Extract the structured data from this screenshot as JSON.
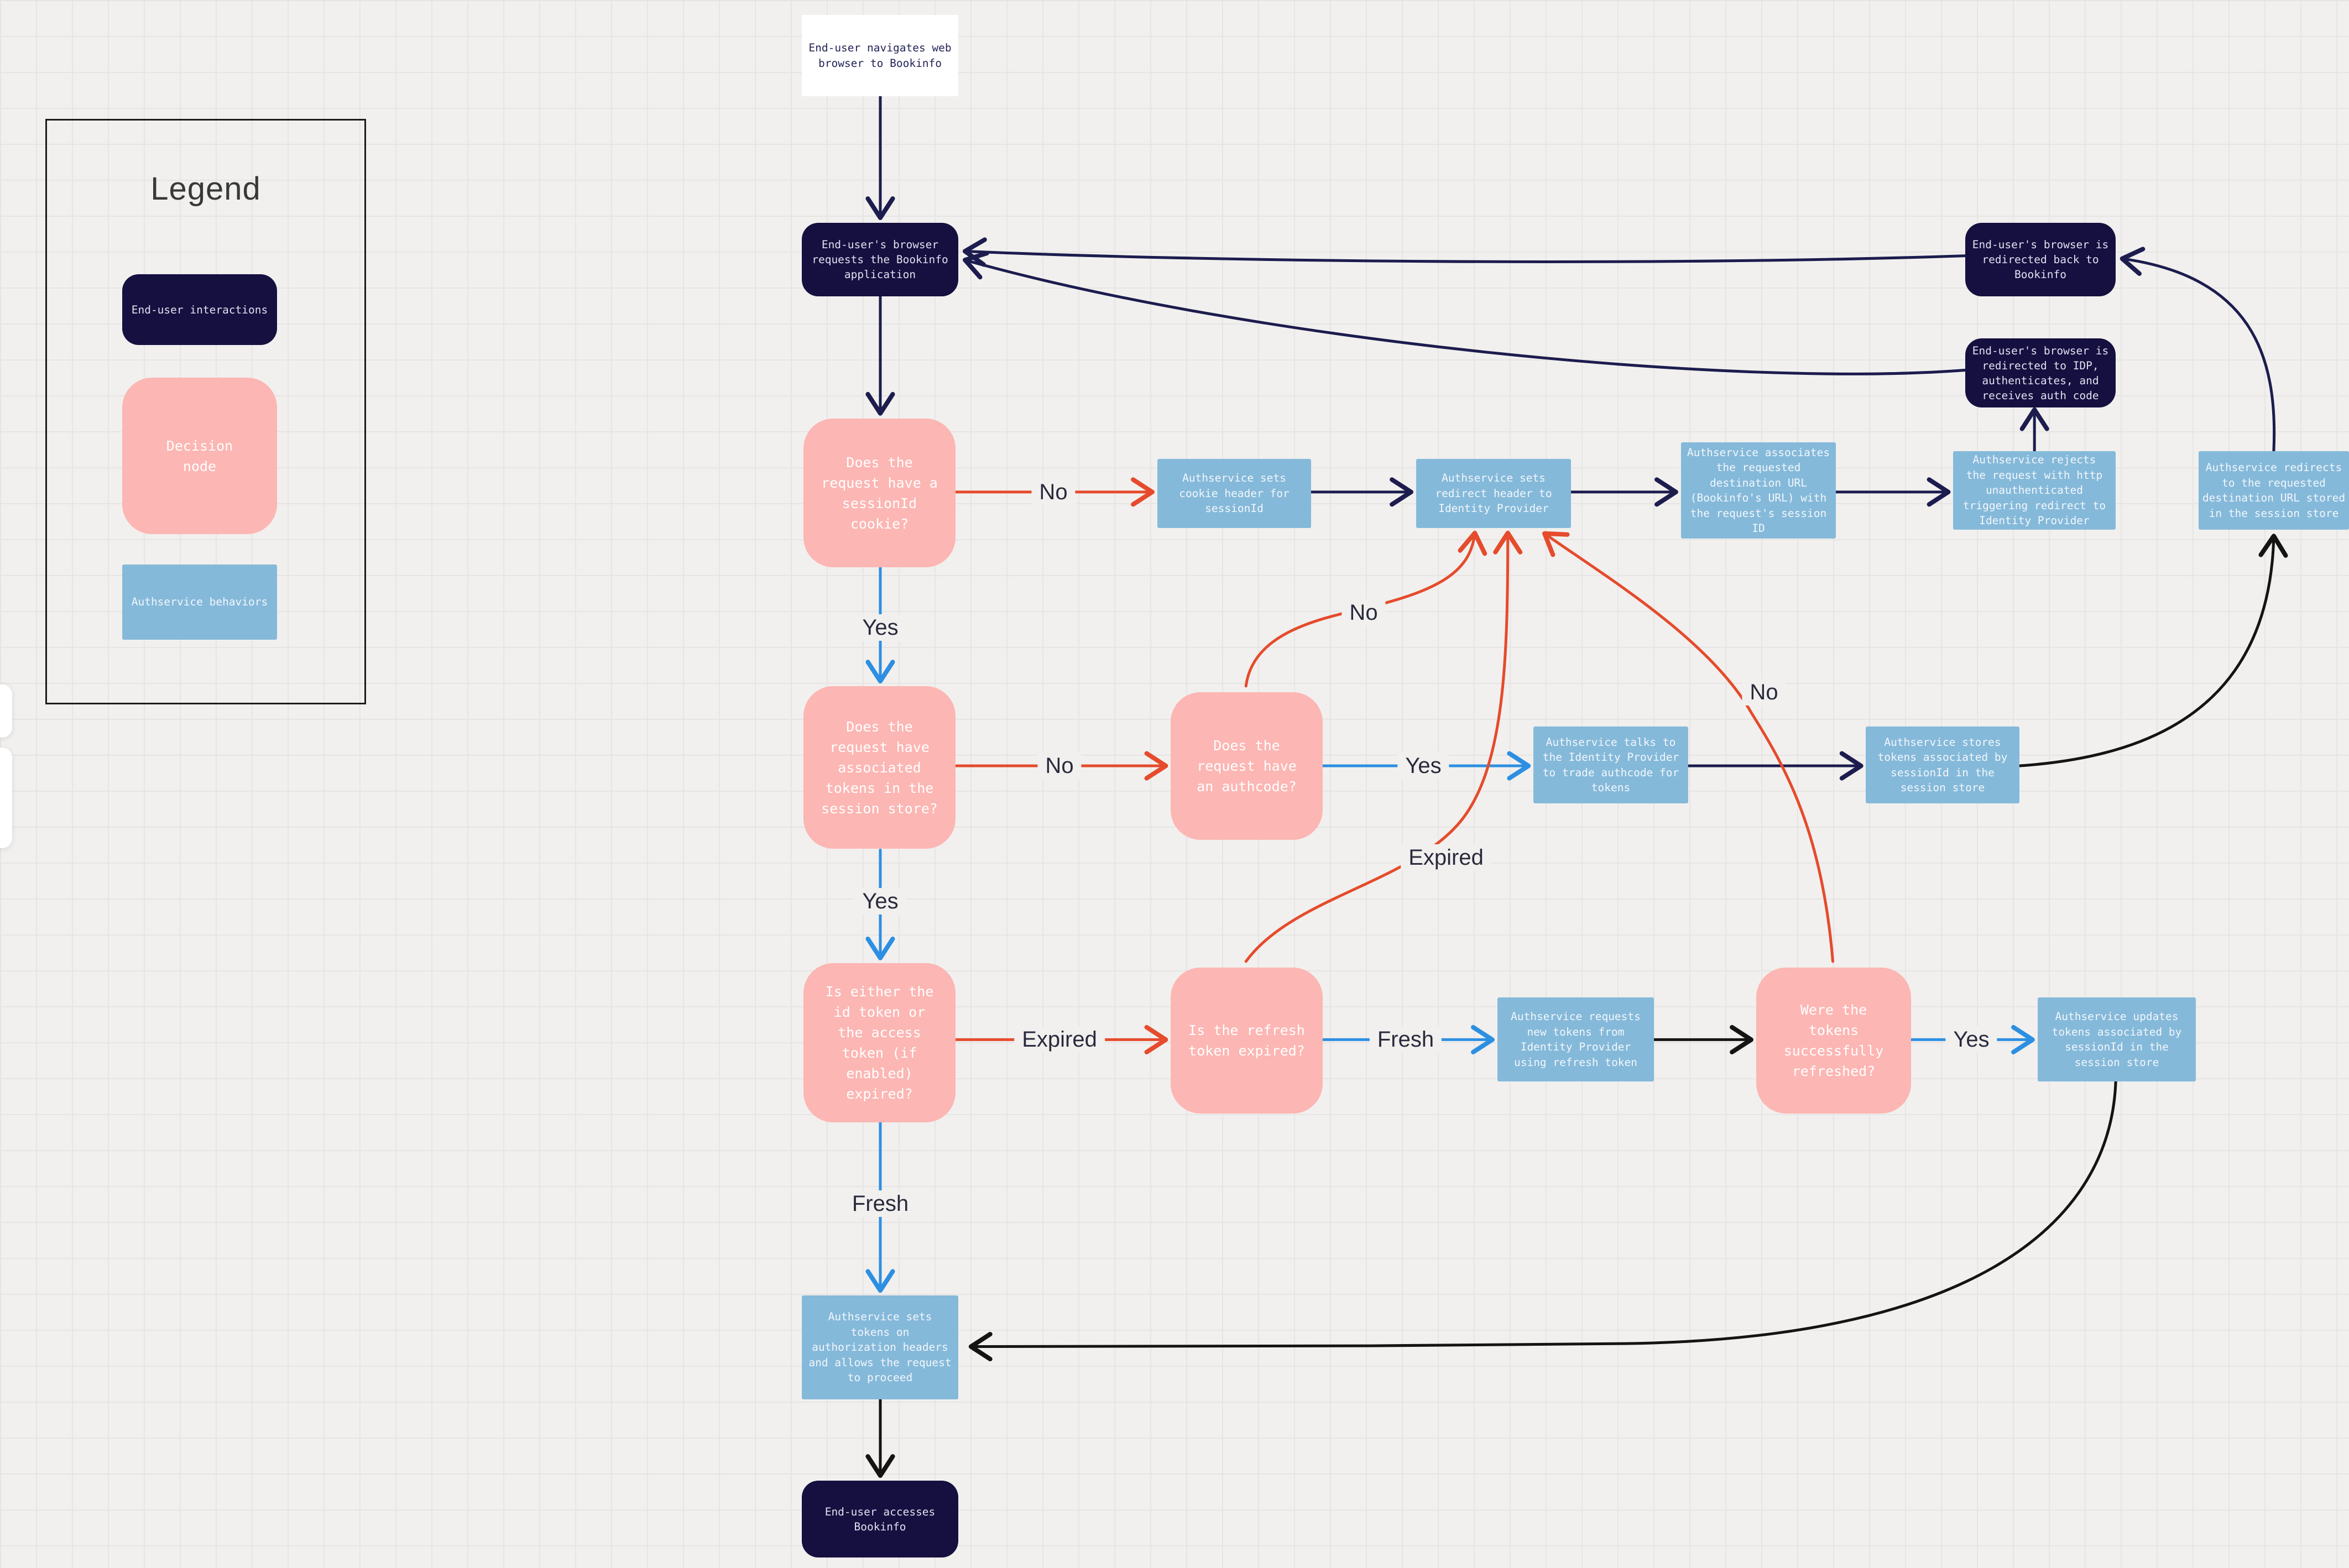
{
  "canvas": {
    "background": "#f1f0ee",
    "grid_color": "#e7e5e3"
  },
  "colors": {
    "end_user_node": "#151040",
    "decision_node": "#fcb6b3",
    "authservice_node": "#85b9da",
    "start_node": "#ffffff",
    "edge_navy": "#1c1c4e",
    "edge_red": "#e54b2c",
    "edge_blue": "#2d8fe2",
    "edge_black": "#141414"
  },
  "legend": {
    "title": "Legend",
    "items": [
      {
        "label": "End-user interactions",
        "type": "end-user-interaction"
      },
      {
        "label": "Decision node",
        "type": "decision"
      },
      {
        "label": "Authservice behaviors",
        "type": "authservice-behavior"
      }
    ]
  },
  "nodes": {
    "start": {
      "label": "End-user navigates web browser to Bookinfo",
      "type": "start"
    },
    "req": {
      "label": "End-user's browser requests the Bookinfo application",
      "type": "end-user"
    },
    "back": {
      "label": "End-user's browser is redirected back to Bookinfo",
      "type": "end-user"
    },
    "idp": {
      "label": "End-user's browser is redirected to IDP, authenticates, and receives auth code",
      "type": "end-user"
    },
    "d_cookie": {
      "label": "Does the request have a sessionId cookie?",
      "type": "decision"
    },
    "b_cookie": {
      "label": "Authservice sets cookie header for sessionId",
      "type": "authservice"
    },
    "b_redirect": {
      "label": "Authservice sets redirect header to Identity Provider",
      "type": "authservice"
    },
    "b_assoc": {
      "label": "Authservice associates the requested destination URL (Bookinfo's URL) with the request's session ID",
      "type": "authservice"
    },
    "b_reject": {
      "label": "Authservice rejects the request with http unauthenticated triggering redirect to Identity Provider",
      "type": "authservice"
    },
    "b_final": {
      "label": "Authservice redirects to the requested destination URL stored in the session store",
      "type": "authservice"
    },
    "d_tokens": {
      "label": "Does the request have associated tokens in the session store?",
      "type": "decision"
    },
    "d_authcode": {
      "label": "Does the request have an authcode?",
      "type": "decision"
    },
    "b_talks": {
      "label": "Authservice talks to the Identity Provider to trade authcode for tokens",
      "type": "authservice"
    },
    "b_stores": {
      "label": "Authservice stores tokens associated by sessionId in the session store",
      "type": "authservice"
    },
    "d_expired": {
      "label": "Is either the id token or the access token (if enabled) expired?",
      "type": "decision"
    },
    "d_refresh": {
      "label": "Is the refresh token expired?",
      "type": "decision"
    },
    "b_requests": {
      "label": "Authservice requests new tokens from Identity Provider using refresh token",
      "type": "authservice"
    },
    "d_refreshed": {
      "label": "Were the tokens successfully refreshed?",
      "type": "decision"
    },
    "b_updates": {
      "label": "Authservice updates tokens associated by sessionId in the session store",
      "type": "authservice"
    },
    "b_sets": {
      "label": "Authservice sets tokens on authorization headers and allows the request to proceed",
      "type": "authservice"
    },
    "end": {
      "label": "End-user accesses Bookinfo",
      "type": "end-user"
    }
  },
  "edges": [
    {
      "from": "start",
      "to": "req",
      "color": "navy",
      "label": ""
    },
    {
      "from": "req",
      "to": "d_cookie",
      "color": "navy",
      "label": ""
    },
    {
      "from": "d_cookie",
      "to": "b_cookie",
      "color": "red",
      "label": "No"
    },
    {
      "from": "b_cookie",
      "to": "b_redirect",
      "color": "navy",
      "label": ""
    },
    {
      "from": "b_redirect",
      "to": "b_assoc",
      "color": "navy",
      "label": ""
    },
    {
      "from": "b_assoc",
      "to": "b_reject",
      "color": "navy",
      "label": ""
    },
    {
      "from": "b_reject",
      "to": "idp",
      "color": "navy",
      "label": ""
    },
    {
      "from": "idp",
      "to": "req",
      "color": "navy",
      "label": ""
    },
    {
      "from": "back",
      "to": "req",
      "color": "navy",
      "label": ""
    },
    {
      "from": "d_cookie",
      "to": "d_tokens",
      "color": "blue",
      "label": "Yes"
    },
    {
      "from": "d_tokens",
      "to": "d_authcode",
      "color": "red",
      "label": "No"
    },
    {
      "from": "d_authcode",
      "to": "b_talks",
      "color": "blue",
      "label": "Yes"
    },
    {
      "from": "b_talks",
      "to": "b_stores",
      "color": "navy",
      "label": ""
    },
    {
      "from": "b_stores",
      "to": "b_final",
      "color": "black",
      "label": ""
    },
    {
      "from": "b_final",
      "to": "back",
      "color": "navy",
      "label": ""
    },
    {
      "from": "d_authcode",
      "to": "b_redirect",
      "color": "red",
      "label": "No"
    },
    {
      "from": "d_refresh",
      "to": "b_redirect",
      "color": "red",
      "label": "Expired"
    },
    {
      "from": "d_refreshed",
      "to": "b_redirect",
      "color": "red",
      "label": "No"
    },
    {
      "from": "d_tokens",
      "to": "d_expired",
      "color": "blue",
      "label": "Yes"
    },
    {
      "from": "d_expired",
      "to": "d_refresh",
      "color": "red",
      "label": "Expired"
    },
    {
      "from": "d_refresh",
      "to": "b_requests",
      "color": "blue",
      "label": "Fresh"
    },
    {
      "from": "b_requests",
      "to": "d_refreshed",
      "color": "black",
      "label": ""
    },
    {
      "from": "d_refreshed",
      "to": "b_updates",
      "color": "blue",
      "label": "Yes"
    },
    {
      "from": "d_expired",
      "to": "b_sets",
      "color": "blue",
      "label": "Fresh"
    },
    {
      "from": "b_updates",
      "to": "b_sets",
      "color": "black",
      "label": ""
    },
    {
      "from": "b_sets",
      "to": "end",
      "color": "black",
      "label": ""
    }
  ]
}
